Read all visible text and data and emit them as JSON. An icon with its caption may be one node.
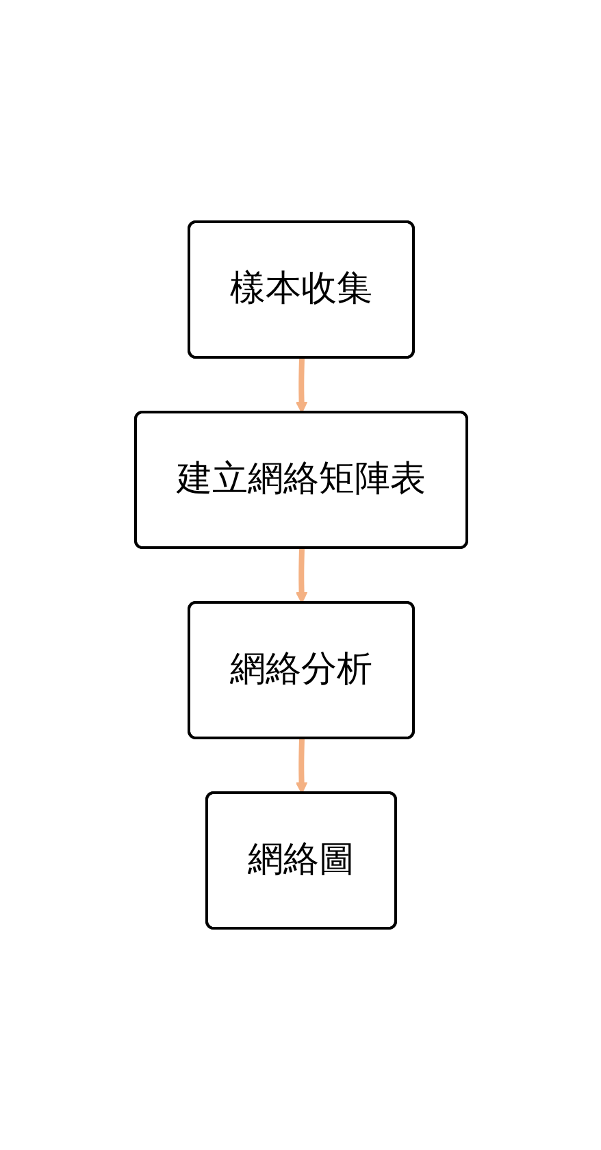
{
  "diagram": {
    "nodes": [
      {
        "text": [
          "樣本收集"
        ]
      },
      {
        "text": [
          "建立網絡矩陣表"
        ]
      },
      {
        "text": [
          "網絡分析"
        ]
      },
      {
        "text": [
          "網絡圖"
        ]
      }
    ],
    "edges": [
      {
        "from": 0,
        "to": 1,
        "arrow": "to"
      },
      {
        "from": 1,
        "to": 2,
        "arrow": "to"
      },
      {
        "from": 2,
        "to": 3,
        "arrow": "to"
      }
    ]
  }
}
